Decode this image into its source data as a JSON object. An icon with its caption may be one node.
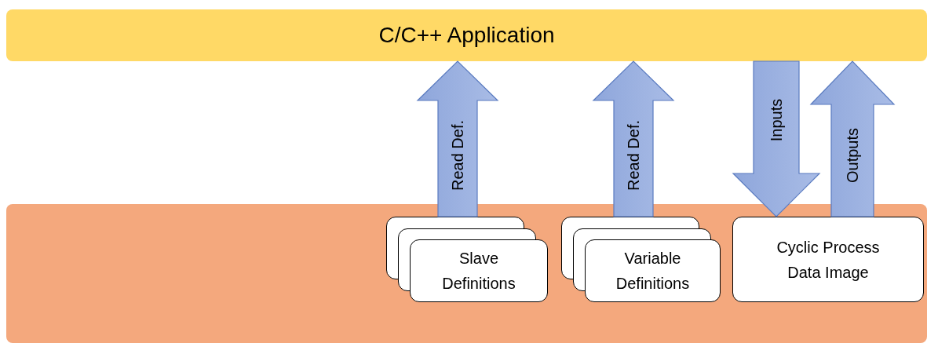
{
  "diagram": {
    "nodes": [
      {
        "text": [
          "C/C++ Application"
        ]
      },
      {
        "text": [],
        "shape": "box"
      },
      {
        "text": [
          "Slave Definitions"
        ],
        "in": 1
      },
      {
        "text": [
          "Variable Definitions"
        ],
        "in": 1
      },
      {
        "text": [
          "Cyclic Process Data Image"
        ],
        "in": 1
      }
    ],
    "edges": [
      {
        "from": 2,
        "to": 0,
        "arrow": "to",
        "label": "Read Def."
      },
      {
        "from": 3,
        "to": 0,
        "arrow": "to",
        "label": "Read Def."
      },
      {
        "from": 0,
        "to": 4,
        "arrow": "to",
        "label": "Inputs"
      },
      {
        "from": 4,
        "to": 0,
        "arrow": "to",
        "label": "Outputs"
      }
    ]
  }
}
